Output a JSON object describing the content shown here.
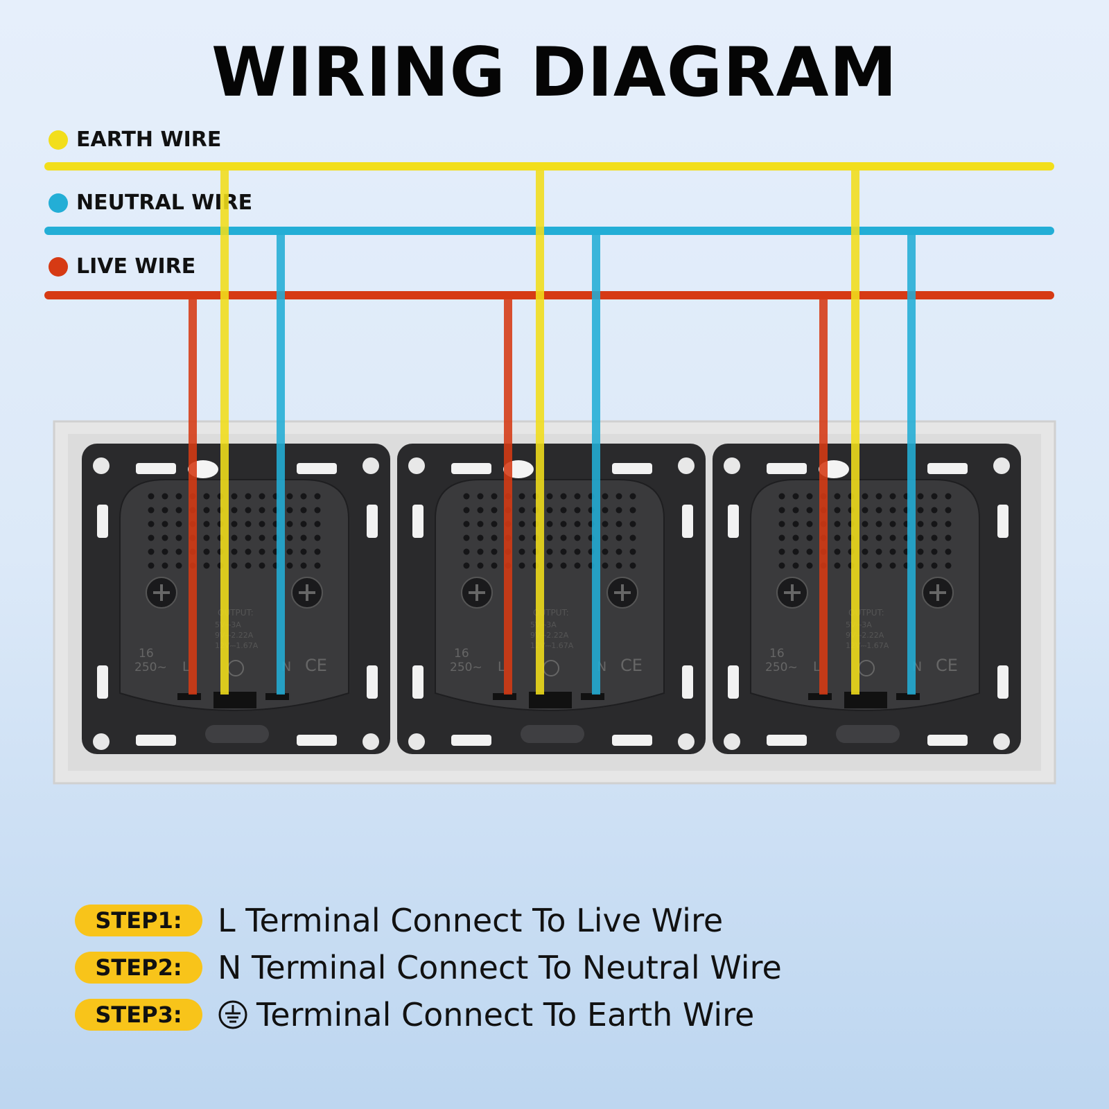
{
  "title": "WIRING DIAGRAM",
  "legend": [
    {
      "label": "EARTH WIRE",
      "color": "#f2de1b"
    },
    {
      "label": "NEUTRAL WIRE",
      "color": "#23aed6"
    },
    {
      "label": "LIVE WIRE",
      "color": "#d63a14"
    }
  ],
  "sockets": [
    {
      "l_label": "L",
      "n_label": "N",
      "rating_top": "16",
      "rating_bottom": "250~",
      "mark": "CE",
      "output_title": "OUTPUT:",
      "output_lines": [
        "5V⎓3A",
        "9V⎓2.22A",
        "12V⎓1.67A"
      ]
    },
    {
      "l_label": "L",
      "n_label": "N",
      "rating_top": "16",
      "rating_bottom": "250~",
      "mark": "CE",
      "output_title": "OUTPUT:",
      "output_lines": [
        "5V⎓3A",
        "9V⎓2.22A",
        "12V⎓1.67A"
      ]
    },
    {
      "l_label": "L",
      "n_label": "N",
      "rating_top": "16",
      "rating_bottom": "250~",
      "mark": "CE",
      "output_title": "OUTPUT:",
      "output_lines": [
        "5V⎓3A",
        "9V⎓2.22A",
        "12V⎓1.67A"
      ]
    }
  ],
  "steps": [
    {
      "badge": "STEP1:",
      "text": "L Terminal Connect To Live Wire",
      "icon": ""
    },
    {
      "badge": "STEP2:",
      "text": "N Terminal Connect To Neutral Wire",
      "icon": ""
    },
    {
      "badge": "STEP3:",
      "text": "Terminal Connect To Earth Wire",
      "icon": "earth-ground-icon"
    }
  ]
}
